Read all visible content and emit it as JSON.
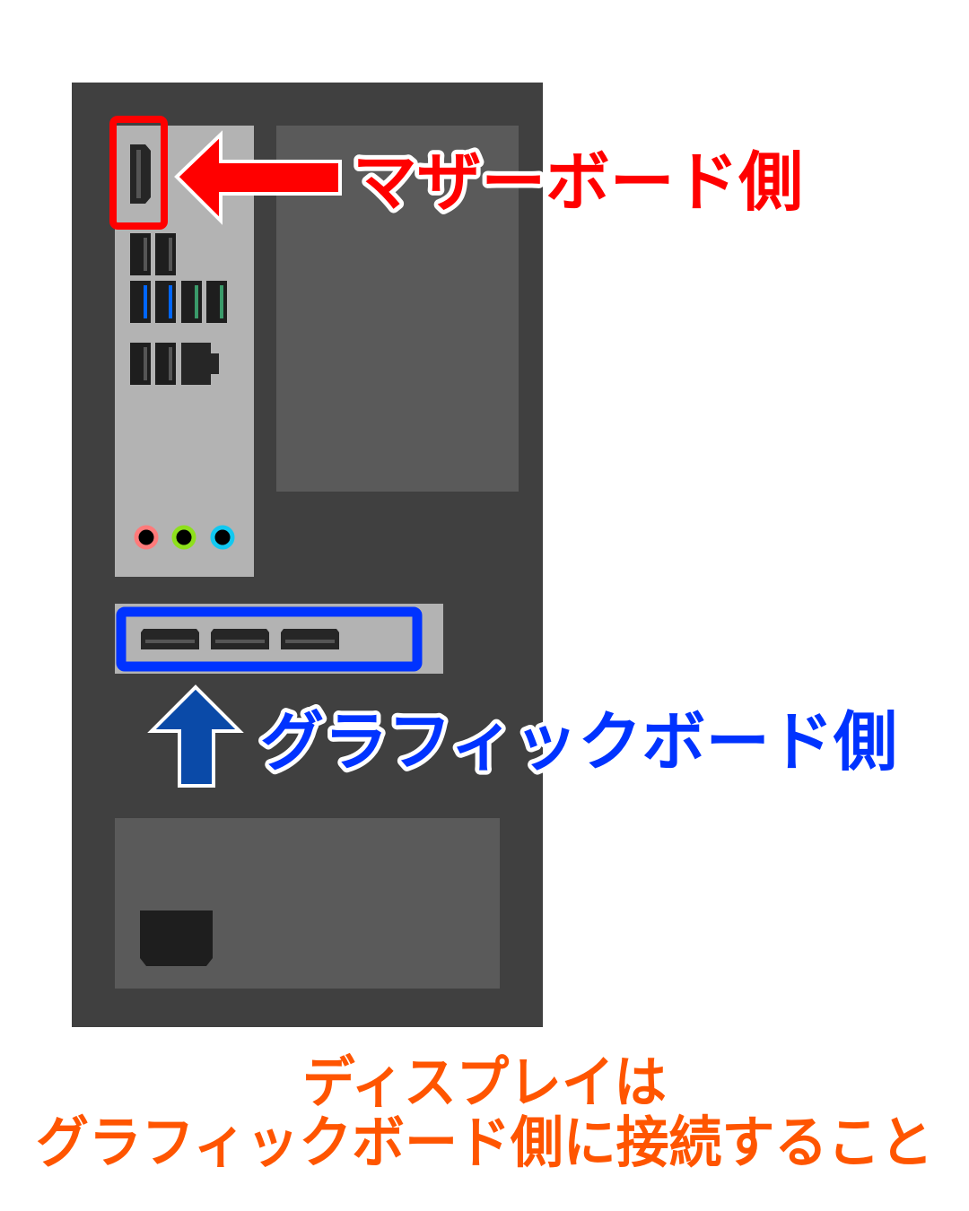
{
  "labels": {
    "motherboard_side": "マザーボード側",
    "graphics_board_side": "グラフィックボード側",
    "instruction_line1": "ディスプレイは",
    "instruction_line2": "グラフィックボード側に接続すること"
  },
  "colors": {
    "case": "#404040",
    "panel": "#b3b3b3",
    "inner_panel": "#5a5a5a",
    "motherboard_highlight": "#ff0000",
    "graphics_highlight": "#0033ff",
    "graphics_arrow": "#0a4aa8",
    "instruction": "#ff5500",
    "audio_pink": "#ff7a7a",
    "audio_green": "#8ee01c",
    "audio_blue": "#12c8f0"
  }
}
